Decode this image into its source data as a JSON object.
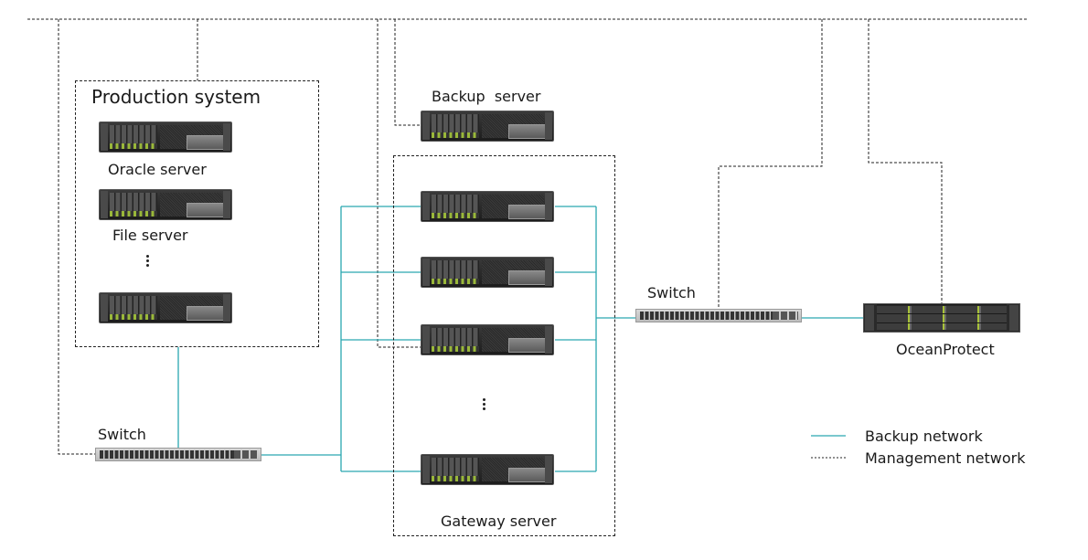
{
  "colors": {
    "backup_network": "#2aa8b0",
    "management_network": "#222222"
  },
  "groups": {
    "production": {
      "title": "Production system"
    },
    "gateway": {
      "title": "Gateway server"
    }
  },
  "nodes": {
    "oracle_server": {
      "label": "Oracle server"
    },
    "file_server": {
      "label": "File server"
    },
    "backup_server": {
      "label": "Backup  server"
    },
    "left_switch": {
      "label": "Switch"
    },
    "right_switch": {
      "label": "Switch"
    },
    "ocean_protect": {
      "label": "OceanProtect"
    }
  },
  "ellipsis": "⋮",
  "legend": [
    {
      "label": "Backup network",
      "style": "solid"
    },
    {
      "label": "Management network",
      "style": "dotted"
    }
  ]
}
